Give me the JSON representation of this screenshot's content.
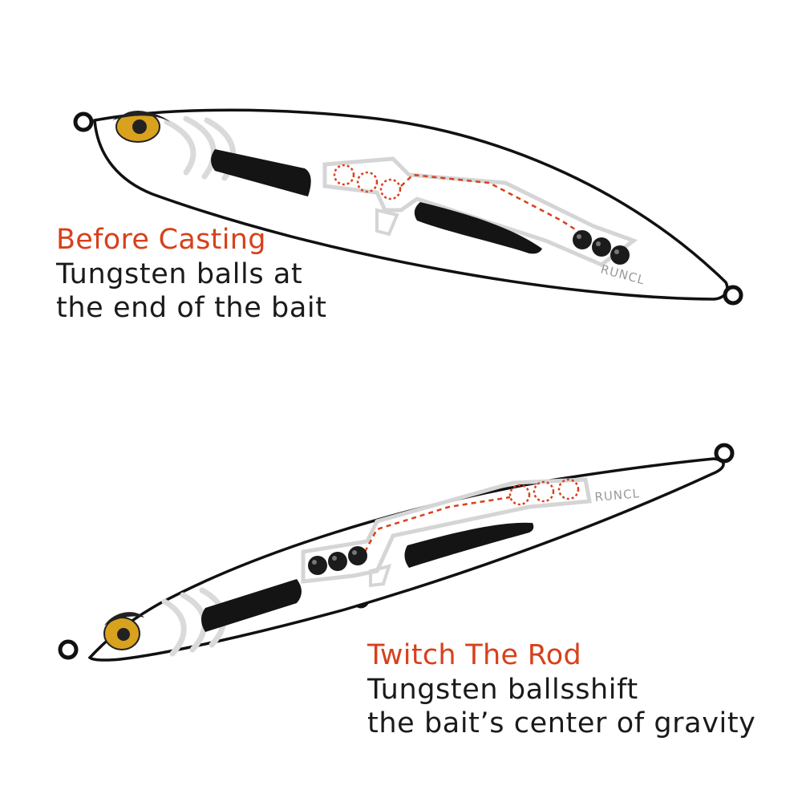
{
  "colors": {
    "accent": "#d8401c",
    "text": "#1a1a1a",
    "outline": "#111111",
    "eye_iris": "#d9a21e"
  },
  "brand": "RUNCL",
  "before_casting": {
    "title": "Before Casting",
    "line1": "Tungsten balls at",
    "line2": "the end of the bait"
  },
  "twitch_the_rod": {
    "title": "Twitch The Rod",
    "line1": "Tungsten ballsshift",
    "line2": "the bait’s center of gravity"
  }
}
